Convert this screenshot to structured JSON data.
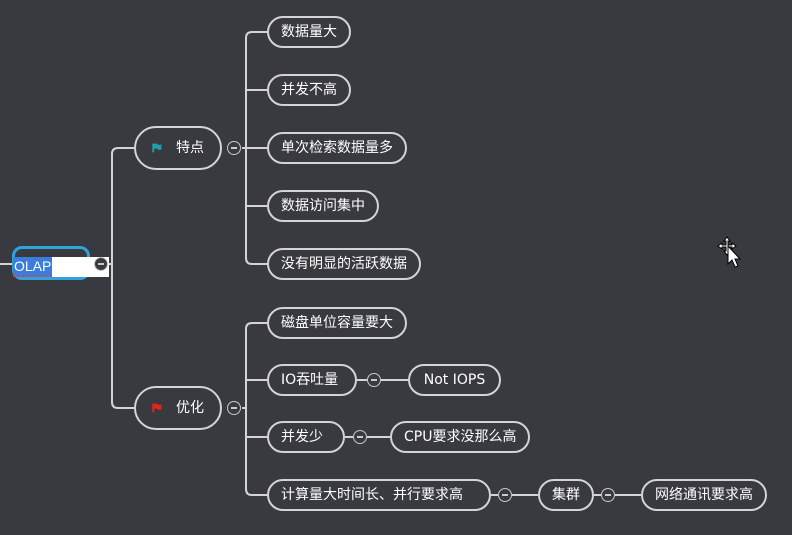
{
  "mindmap": {
    "root": {
      "label": "OLAP"
    },
    "branches": [
      {
        "label": "特点",
        "flag_color": "#1fa2a8",
        "children": [
          {
            "label": "数据量大"
          },
          {
            "label": "并发不高"
          },
          {
            "label": "单次检索数据量多"
          },
          {
            "label": "数据访问集中"
          },
          {
            "label": "没有明显的活跃数据"
          }
        ]
      },
      {
        "label": "优化",
        "flag_color": "#e8231b",
        "children": [
          {
            "label": "磁盘单位容量要大"
          },
          {
            "label": "IO吞吐量",
            "child": {
              "label": "Not IOPS"
            }
          },
          {
            "label": "并发少",
            "child": {
              "label": "CPU要求没那么高"
            }
          },
          {
            "label": "计算量大时间长、并行要求高",
            "child": {
              "label": "集群",
              "child": {
                "label": "网络通讯要求高"
              }
            }
          }
        ]
      }
    ]
  },
  "colors": {
    "background": "#383a40",
    "line": "#d4d4d4",
    "root_border": "#2fa3dc",
    "selection": "#3b7ddd"
  }
}
